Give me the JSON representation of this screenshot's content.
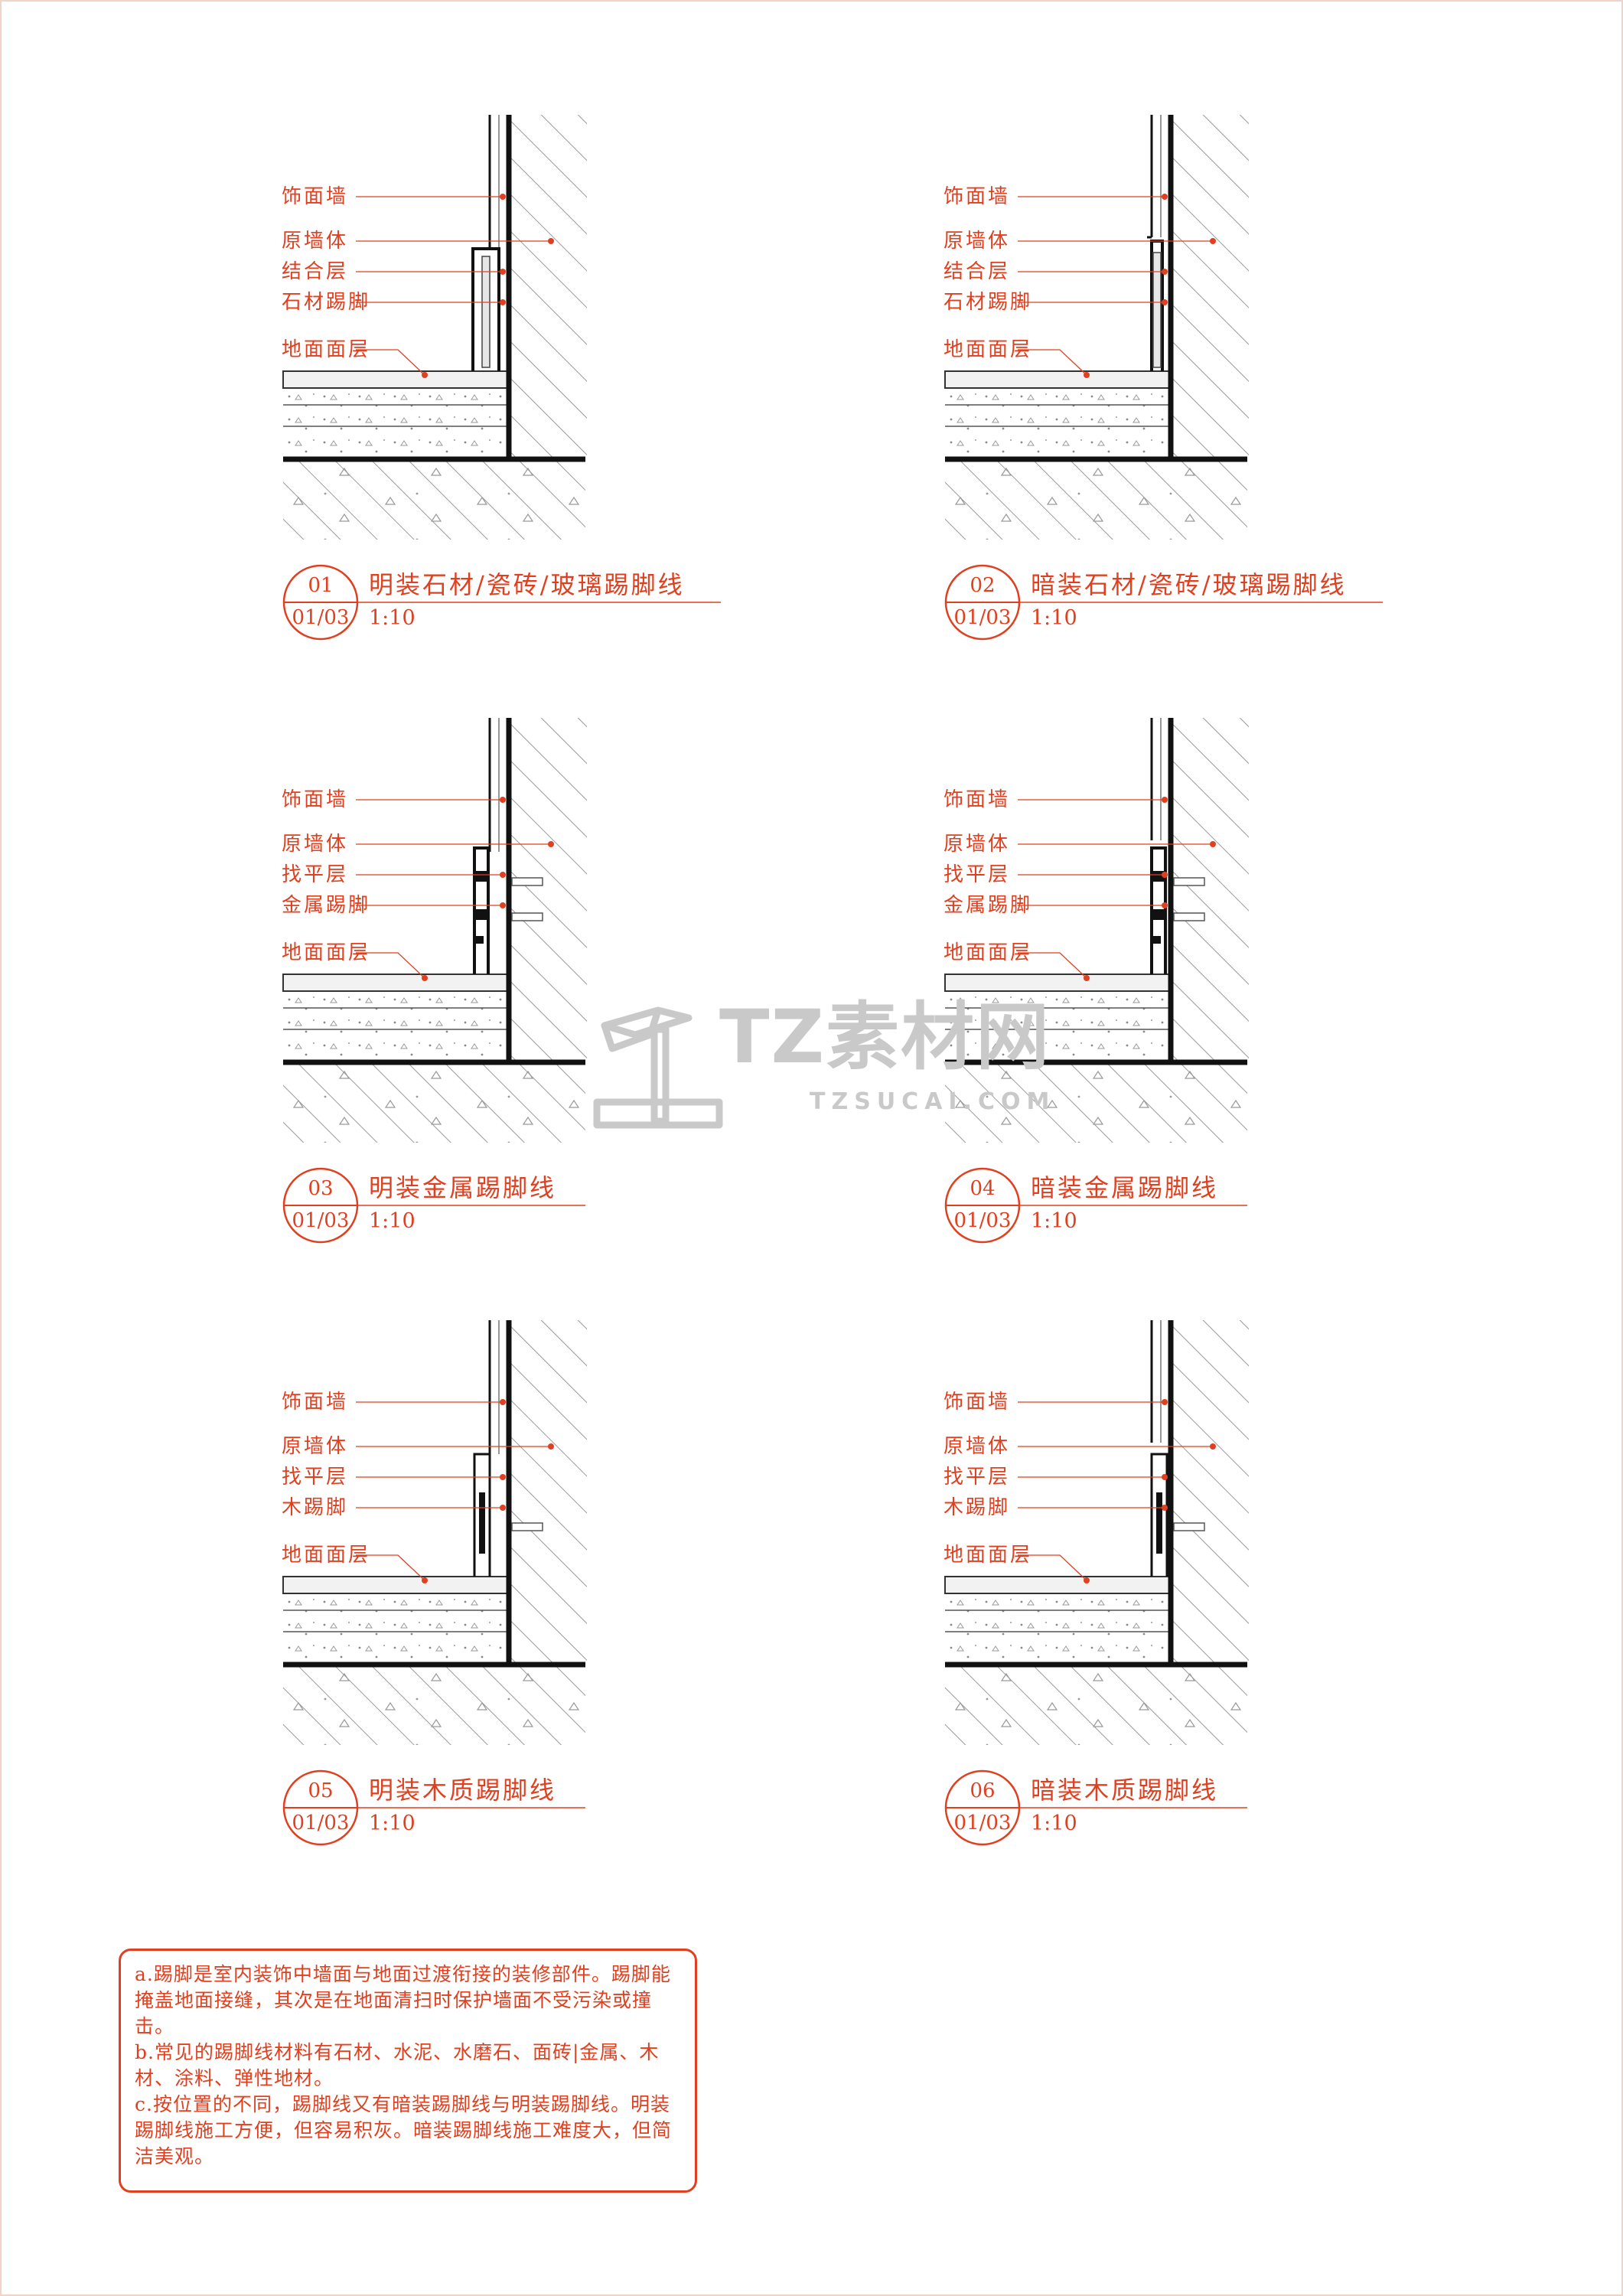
{
  "details": [
    {
      "id": "d1",
      "num": "01",
      "sheet": "01/03",
      "title": "明装石材/瓷砖/玻璃踢脚线",
      "scale": "1:10",
      "type": "stone",
      "mounting": "surface",
      "labels": [
        "饰面墙",
        "原墙体",
        "结合层",
        "石材踢脚",
        "地面面层"
      ]
    },
    {
      "id": "d2",
      "num": "02",
      "sheet": "01/03",
      "title": "暗装石材/瓷砖/玻璃踢脚线",
      "scale": "1:10",
      "type": "stone",
      "mounting": "recessed",
      "labels": [
        "饰面墙",
        "原墙体",
        "结合层",
        "石材踢脚",
        "地面面层"
      ]
    },
    {
      "id": "d3",
      "num": "03",
      "sheet": "01/03",
      "title": "明装金属踢脚线",
      "scale": "1:10",
      "type": "metal",
      "mounting": "surface",
      "labels": [
        "饰面墙",
        "原墙体",
        "找平层",
        "金属踢脚",
        "地面面层"
      ]
    },
    {
      "id": "d4",
      "num": "04",
      "sheet": "01/03",
      "title": "暗装金属踢脚线",
      "scale": "1:10",
      "type": "metal",
      "mounting": "recessed",
      "labels": [
        "饰面墙",
        "原墙体",
        "找平层",
        "金属踢脚",
        "地面面层"
      ]
    },
    {
      "id": "d5",
      "num": "05",
      "sheet": "01/03",
      "title": "明装木质踢脚线",
      "scale": "1:10",
      "type": "wood",
      "mounting": "surface",
      "labels": [
        "饰面墙",
        "原墙体",
        "找平层",
        "木踢脚",
        "地面面层"
      ]
    },
    {
      "id": "d6",
      "num": "06",
      "sheet": "01/03",
      "title": "暗装木质踢脚线",
      "scale": "1:10",
      "type": "wood",
      "mounting": "recessed",
      "labels": [
        "饰面墙",
        "原墙体",
        "找平层",
        "木踢脚",
        "地面面层"
      ]
    }
  ],
  "notes": [
    "a.踢脚是室内装饰中墙面与地面过渡衔接的装修部件。踢脚能掩盖地面接缝，其次是在地面清扫时保护墙面不受污染或撞击。",
    "b.常见的踢脚线材料有石材、水泥、水磨石、面砖|金属、木材、涂料、弹性地材。",
    "c.按位置的不同，踢脚线又有暗装踢脚线与明装踢脚线。明装踢脚线施工方便，但容易积灰。暗装踢脚线施工难度大，但简洁美观。"
  ],
  "watermark": {
    "name": "TZ素材网",
    "url": "TZSUCAI.COM"
  },
  "colors": {
    "accent": "#e0401f",
    "line": "#111111",
    "hatch": "#999999"
  }
}
